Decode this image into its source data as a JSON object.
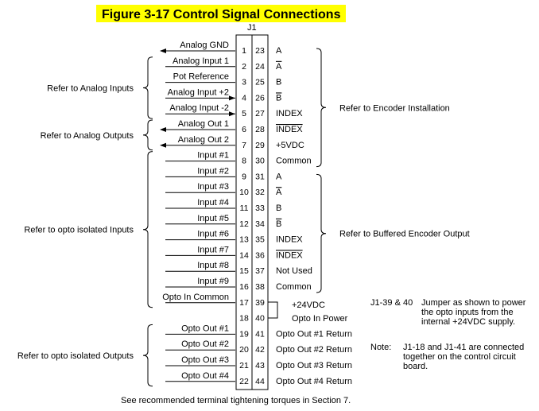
{
  "title": "Figure 3-17  Control Signal Connections",
  "connector_label": "J1",
  "left_pins": [
    {
      "pin": "1",
      "label": "Analog GND",
      "arrow": "out"
    },
    {
      "pin": "2",
      "label": "Analog Input 1",
      "arrow": "none"
    },
    {
      "pin": "3",
      "label": "Pot Reference",
      "arrow": "none"
    },
    {
      "pin": "4",
      "label": "Analog Input +2",
      "arrow": "in"
    },
    {
      "pin": "5",
      "label": "Analog Input -2",
      "arrow": "in"
    },
    {
      "pin": "6",
      "label": "Analog Out 1",
      "arrow": "out"
    },
    {
      "pin": "7",
      "label": "Analog Out 2",
      "arrow": "out"
    },
    {
      "pin": "8",
      "label": "Input #1",
      "arrow": "none"
    },
    {
      "pin": "9",
      "label": "Input #2",
      "arrow": "none"
    },
    {
      "pin": "10",
      "label": "Input #3",
      "arrow": "none"
    },
    {
      "pin": "11",
      "label": "Input #4",
      "arrow": "none"
    },
    {
      "pin": "12",
      "label": "Input #5",
      "arrow": "none"
    },
    {
      "pin": "13",
      "label": "Input #6",
      "arrow": "none"
    },
    {
      "pin": "14",
      "label": "Input #7",
      "arrow": "none"
    },
    {
      "pin": "15",
      "label": "Input #8",
      "arrow": "none"
    },
    {
      "pin": "16",
      "label": "Input #9",
      "arrow": "none"
    },
    {
      "pin": "17",
      "label": "Opto In Common",
      "arrow": "none"
    },
    {
      "pin": "18",
      "label": "",
      "arrow": "none"
    },
    {
      "pin": "19",
      "label": "Opto Out #1",
      "arrow": "none"
    },
    {
      "pin": "20",
      "label": "Opto Out #2",
      "arrow": "none"
    },
    {
      "pin": "21",
      "label": "Opto Out #3",
      "arrow": "none"
    },
    {
      "pin": "22",
      "label": "Opto Out #4",
      "arrow": "none"
    }
  ],
  "right_pins": [
    {
      "pin": "23",
      "label": "A",
      "overline": false
    },
    {
      "pin": "24",
      "label": "A",
      "overline": true
    },
    {
      "pin": "25",
      "label": "B",
      "overline": false
    },
    {
      "pin": "26",
      "label": "B",
      "overline": true
    },
    {
      "pin": "27",
      "label": "INDEX",
      "overline": false
    },
    {
      "pin": "28",
      "label": "INDEX",
      "overline": true
    },
    {
      "pin": "29",
      "label": "+5VDC",
      "overline": false
    },
    {
      "pin": "30",
      "label": "Common",
      "overline": false
    },
    {
      "pin": "31",
      "label": "A",
      "overline": false
    },
    {
      "pin": "32",
      "label": "A",
      "overline": true
    },
    {
      "pin": "33",
      "label": "B",
      "overline": false
    },
    {
      "pin": "34",
      "label": "B",
      "overline": true
    },
    {
      "pin": "35",
      "label": "INDEX",
      "overline": false
    },
    {
      "pin": "36",
      "label": "INDEX",
      "overline": true
    },
    {
      "pin": "37",
      "label": "Not Used",
      "overline": false
    },
    {
      "pin": "38",
      "label": "Common",
      "overline": false
    },
    {
      "pin": "39",
      "label": "",
      "overline": false
    },
    {
      "pin": "40",
      "label": "",
      "overline": false
    },
    {
      "pin": "41",
      "label": "Opto Out #1 Return",
      "overline": false
    },
    {
      "pin": "42",
      "label": "Opto Out #2 Return",
      "overline": false
    },
    {
      "pin": "43",
      "label": "Opto Out #3 Return",
      "overline": false
    },
    {
      "pin": "44",
      "label": "Opto Out #4 Return",
      "overline": false
    }
  ],
  "jumper_labels": [
    "+24VDC",
    "Opto In Power"
  ],
  "left_groups": [
    {
      "label": "Refer to Analog Inputs",
      "from_pin": 2,
      "to_pin": 5
    },
    {
      "label": "Refer to Analog Outputs",
      "from_pin": 6,
      "to_pin": 7
    },
    {
      "label": "Refer to opto isolated Inputs",
      "from_pin": 8,
      "to_pin": 17
    },
    {
      "label": "Refer to opto isolated Outputs",
      "from_pin": 19,
      "to_pin": 22
    }
  ],
  "right_groups": [
    {
      "label": "Refer to Encoder Installation",
      "from_pin": 23,
      "to_pin": 30
    },
    {
      "label": "Refer to Buffered Encoder Output",
      "from_pin": 31,
      "to_pin": 38
    }
  ],
  "notes": {
    "jumper_ref": "J1-39 & 40",
    "jumper_text": [
      "Jumper as shown to power",
      "the opto inputs from the",
      "internal +24VDC supply."
    ],
    "note_label": "Note:",
    "note_text": [
      "J1-18 and J1-41 are connected",
      "together on the control circuit",
      "board."
    ]
  },
  "footer": "See recommended terminal tightening torques in Section 7.",
  "colors": {
    "title_highlight": "#ffff00",
    "ink": "#000000"
  }
}
